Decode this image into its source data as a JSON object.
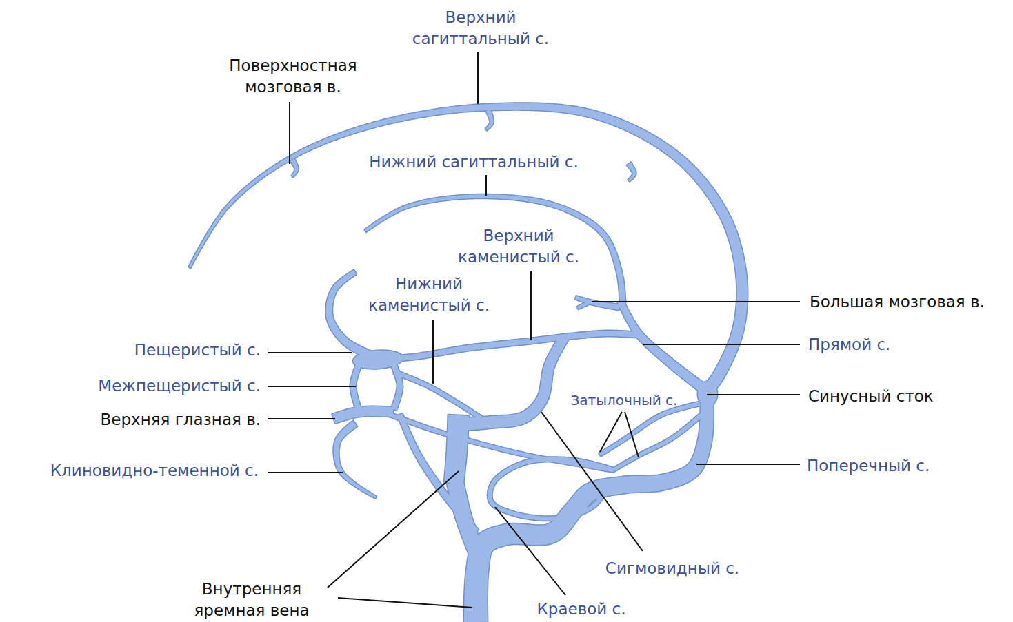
{
  "diagram": {
    "labels": [
      "Верхний сагиттальный с.",
      "Поверхностная мозговая в.",
      "Нижний сагиттальный с.",
      "Верхний каменистый с.",
      "Нижний каменистый с.",
      "Большая мозговая в.",
      "Пещеристый с.",
      "Прямой с.",
      "Межпещеристый с.",
      "Синусный сток",
      "Затылочный с.",
      "Верхняя глазная в.",
      "Клиновидно-теменной с.",
      "Поперечный с.",
      "Сигмовидный с.",
      "Внутренняя яремная вена",
      "Краевой с."
    ]
  }
}
